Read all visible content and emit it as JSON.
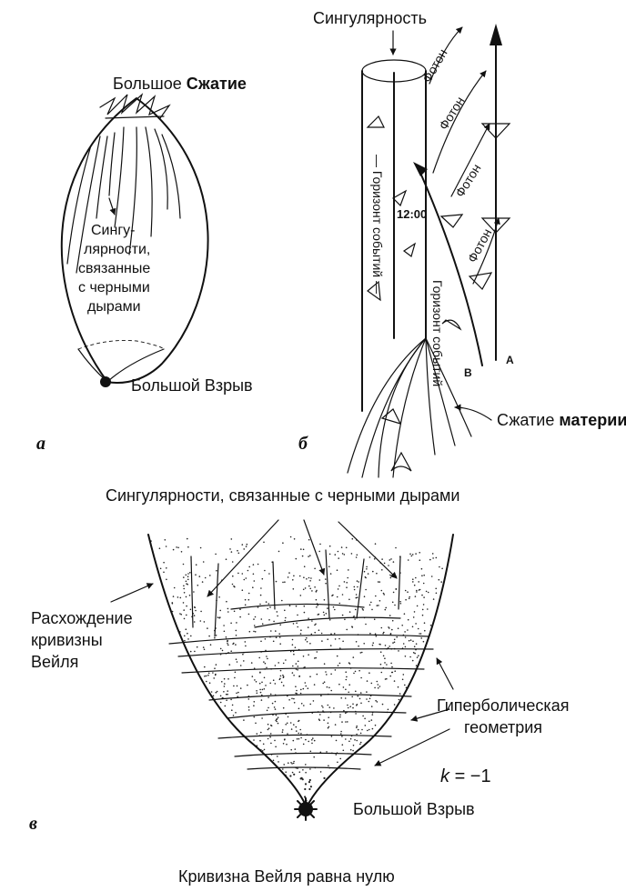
{
  "panel_a": {
    "letter": "a",
    "top_label_regular": "Большое",
    "top_label_bold": "Сжатие",
    "inner_label_lines": [
      "Сингу-",
      "лярности,",
      "связанные",
      "с черными",
      "дырами"
    ],
    "bottom_label": "Большой Взрыв"
  },
  "panel_b": {
    "letter": "б",
    "singularity_label": "Сингулярность",
    "photon_labels": [
      "Фотон",
      "Фотон",
      "Фотон",
      "Фотон"
    ],
    "horizon_label_1": "Горизонт событий",
    "horizon_label_2": "Горизонт событий",
    "clock_label": "12:00",
    "point_a": "A",
    "point_b": "B",
    "collapse_label_regular": "Сжатие",
    "collapse_label_bold": "материи"
  },
  "panel_c": {
    "letter": "в",
    "top_label": "Сингулярности, связанные с черными дырами",
    "weyl_divergence_lines": [
      "Расхождение",
      "кривизны",
      "Вейля"
    ],
    "hyperbolic_lines": [
      "Гиперболическая",
      "геометрия"
    ],
    "k_label": "k",
    "k_value": "= −1",
    "bang_label": "Большой Взрыв",
    "bottom_caption": "Кривизна Вейля равна нулю"
  }
}
